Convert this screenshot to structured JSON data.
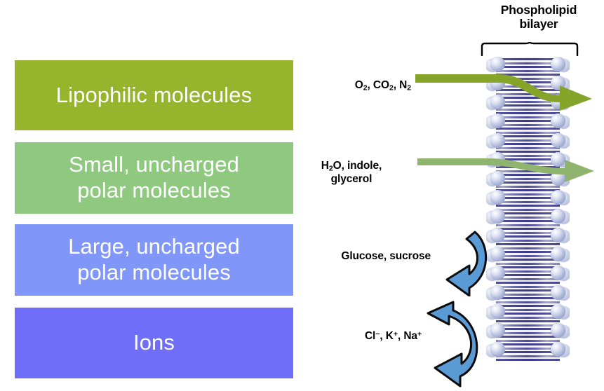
{
  "legend": {
    "boxes": [
      {
        "id": "lipophilic",
        "label": "Lipophilic molecules",
        "color": "#96b42c"
      },
      {
        "id": "small-polar",
        "label": "Small, uncharged\npolar molecules",
        "color": "#8ec97f"
      },
      {
        "id": "large-polar",
        "label": "Large, uncharged\npolar molecules",
        "color": "#8096f8"
      },
      {
        "id": "ions",
        "label": "Ions",
        "color": "#6e6ef8"
      }
    ]
  },
  "diagram": {
    "title": "Phospholipid\nbilayer",
    "title_line1": "Phospholipid",
    "title_line2": "bilayer",
    "membrane": {
      "head_color": "#aab5d8",
      "tail_color": "#3b3a8c",
      "head_rows": 16
    },
    "permeating": [
      {
        "id": "gases",
        "label_html": "O<sub>2</sub>, CO<sub>2</sub>, N<sub>2</sub>",
        "label_text": "O2, CO2, N2",
        "arrow": "wavy-through-membrane",
        "arrow_color": "#86a32a",
        "direction": "rightward"
      },
      {
        "id": "water",
        "label_html": "H<sub>2</sub>O, indole,<br>glycerol",
        "label_text": "H2O, indole, glycerol",
        "arrow": "wavy-through-membrane",
        "arrow_color": "#8fb46e",
        "direction": "rightward"
      }
    ],
    "blocked": [
      {
        "id": "sugars",
        "label_html": "Glucose, sucrose",
        "label_text": "Glucose, sucrose",
        "arrow": "curved-rebound",
        "arrow_color": "#5b9bd5",
        "direction": "deflected-back"
      },
      {
        "id": "ions",
        "label_html": "Cl<sup>&minus;</sup>, K<sup>+</sup>, Na<sup>+</sup>",
        "label_text": "Cl-, K+, Na+",
        "arrow": "curved-rebound",
        "arrow_color": "#5b9bd5",
        "direction": "deflected-back"
      }
    ]
  }
}
